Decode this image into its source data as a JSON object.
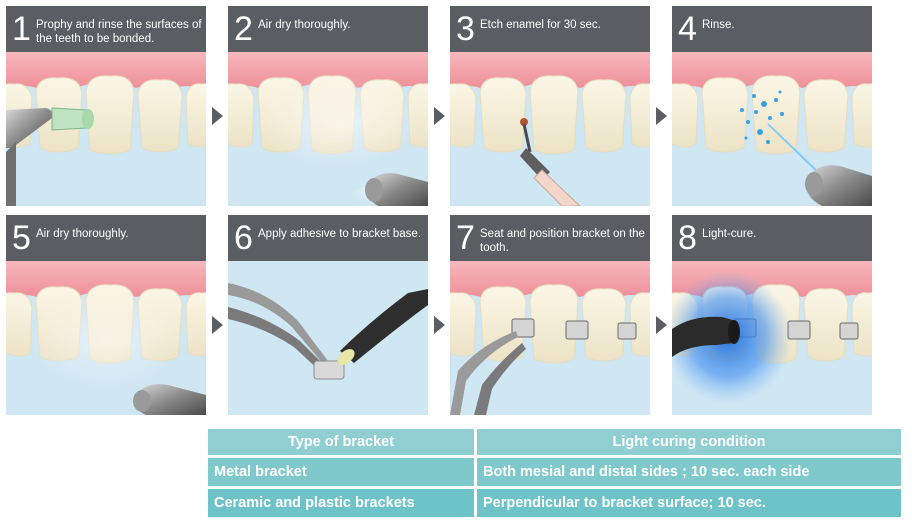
{
  "steps": [
    {
      "number": "1",
      "caption": "Prophy and rinse the surfaces of the teeth to be bonded."
    },
    {
      "number": "2",
      "caption": "Air dry thoroughly."
    },
    {
      "number": "3",
      "caption": "Etch enamel for 30 sec."
    },
    {
      "number": "4",
      "caption": "Rinse."
    },
    {
      "number": "5",
      "caption": "Air dry thoroughly."
    },
    {
      "number": "6",
      "caption": "Apply adhesive to bracket base."
    },
    {
      "number": "7",
      "caption": "Seat and position bracket on the tooth."
    },
    {
      "number": "8",
      "caption": "Light-cure."
    }
  ],
  "table": {
    "headers": [
      "Type of bracket",
      "Light curing condition"
    ],
    "rows": [
      [
        "Metal bracket",
        "Both mesial and distal sides ; 10 sec. each side"
      ],
      [
        "Ceramic and plastic brackets",
        "Perpendicular to bracket surface; 10 sec."
      ]
    ]
  },
  "colors": {
    "panel_header": "#5a5d61",
    "gum": "#f3a6ad",
    "tooth": "#f6f0dc",
    "background_blue": "#cfe6f3",
    "table_header": "#8fcfd1",
    "table_cell": "#7fc9cd"
  }
}
